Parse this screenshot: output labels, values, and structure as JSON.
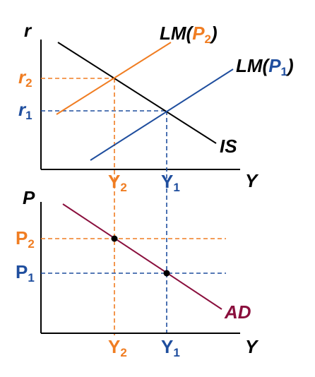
{
  "colors": {
    "axis": "#000000",
    "is_curve": "#000000",
    "lm2_curve": "#f07d22",
    "lm1_curve": "#1f4e9e",
    "ad_curve": "#8a0f3d",
    "p2_color": "#f07d22",
    "p1_color": "#1f4e9e"
  },
  "top": {
    "y_axis": "r",
    "x_axis": "Y",
    "r2": {
      "base": "r",
      "sub": "2"
    },
    "r1": {
      "base": "r",
      "sub": "1"
    },
    "y2": {
      "base": "Y",
      "sub": "2"
    },
    "y1": {
      "base": "Y",
      "sub": "1"
    },
    "is_label": "IS",
    "lm2_label": {
      "pre": "LM(",
      "base": "P",
      "sub": "2",
      "post": ")"
    },
    "lm1_label": {
      "pre": "LM(",
      "base": "P",
      "sub": "1",
      "post": ")"
    }
  },
  "bottom": {
    "y_axis": "P",
    "x_axis": "Y",
    "p2": {
      "base": "P",
      "sub": "2"
    },
    "p1": {
      "base": "P",
      "sub": "1"
    },
    "y2": {
      "base": "Y",
      "sub": "2"
    },
    "y1": {
      "base": "Y",
      "sub": "1"
    },
    "ad_label": "AD"
  }
}
